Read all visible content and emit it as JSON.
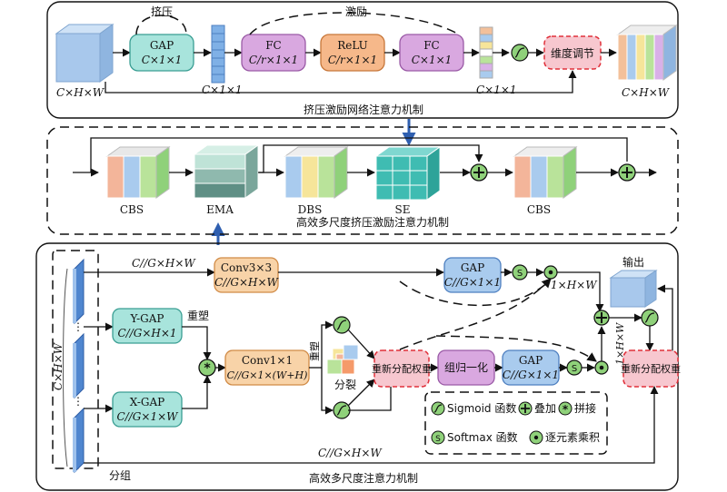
{
  "se": {
    "input_dims": "C×H×W",
    "gap": {
      "title": "GAP",
      "dims": "C×1×1"
    },
    "squeeze_label": "挤压",
    "excite_label": "激励",
    "vec1_dims": "C×1×1",
    "fc1": {
      "title": "FC",
      "dims": "C/r×1×1"
    },
    "relu": {
      "title": "ReLU",
      "dims": "C/r×1×1"
    },
    "fc2": {
      "title": "FC",
      "dims": "C×1×1"
    },
    "vec2_dims": "C×1×1",
    "scale": "维度调节",
    "output_dims": "C×H×W",
    "caption": "挤压激励网络注意力机制"
  },
  "mid": {
    "cbs1": "CBS",
    "ema": "EMA",
    "dbs": "DBS",
    "se": "SE",
    "cbs2": "CBS",
    "caption": "高效多尺度挤压激励注意力机制"
  },
  "ema": {
    "group_dims": "C×H×W",
    "group_label": "分组",
    "top_path_dims": "C//G×H×W",
    "conv3": {
      "title": "Conv3×3",
      "dims": "C//G×H×W"
    },
    "ygap": {
      "title": "Y-GAP",
      "dims": "C//G×H×1"
    },
    "xgap": {
      "title": "X-GAP",
      "dims": "C//G×1×W"
    },
    "reshape1": "重塑",
    "reshape2": "重塑",
    "conv1": {
      "title": "Conv1×1",
      "dims": "C//G×1×(W+H)"
    },
    "split": "分裂",
    "reweight1": "重新分配权重",
    "groupnorm": "组归一化",
    "gap_top": {
      "title": "GAP",
      "dims": "C//G×1×1"
    },
    "gap_bot": {
      "title": "GAP",
      "dims": "C//G×1×1"
    },
    "hw1": "1×H×W",
    "hw2": "1×H×W",
    "output": "输出",
    "reweight2": "重新分配权重",
    "bottom_dims": "C//G×H×W",
    "caption": "高效多尺度注意力机制",
    "legend": {
      "sigmoid": "Sigmoid 函数",
      "add": "叠加",
      "concat": "拼接",
      "softmax": "Softmax 函数",
      "multiply": "逐元素乘积",
      "softmax_symbol": "S"
    }
  },
  "colors": {
    "gap": "#a8e4dc",
    "fc": "#d9a8e0",
    "relu": "#f6b88a",
    "scale": "#f7c7cf",
    "conv": "#f8d3a8",
    "gap_blue": "#a9cbee",
    "legend_circle": "#8fd17a"
  }
}
